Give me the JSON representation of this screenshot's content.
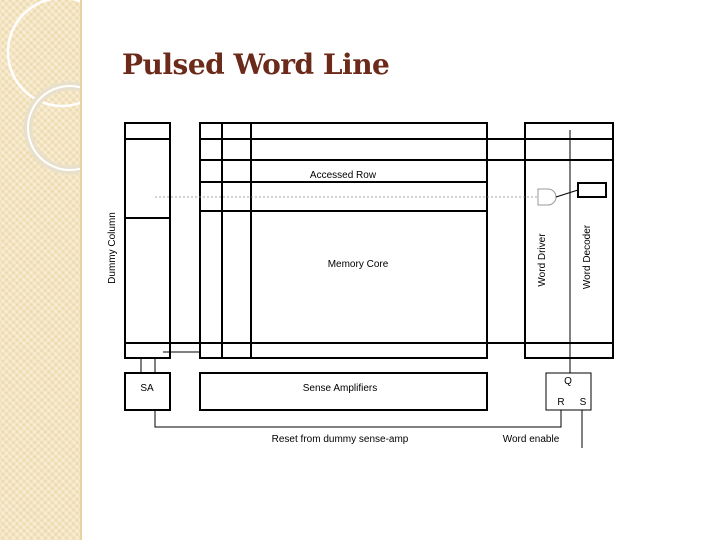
{
  "slide": {
    "title": "Pulsed Word Line"
  },
  "diagram": {
    "accessed_row": "Accessed Row",
    "memory_core": "Memory Core",
    "dummy_column": "Dummy Column",
    "word_driver": "Word Driver",
    "word_decoder": "Word Decoder",
    "sense_amp_small": "SA",
    "sense_amplifiers": "Sense Amplifiers",
    "latch_q": "Q",
    "latch_r": "R",
    "latch_s": "S",
    "reset_label": "Reset from dummy sense-amp",
    "word_enable": "Word enable"
  },
  "colors": {
    "title": "#6b2a1a",
    "sidebar": "#f4e4bf",
    "lines": "#000000"
  }
}
